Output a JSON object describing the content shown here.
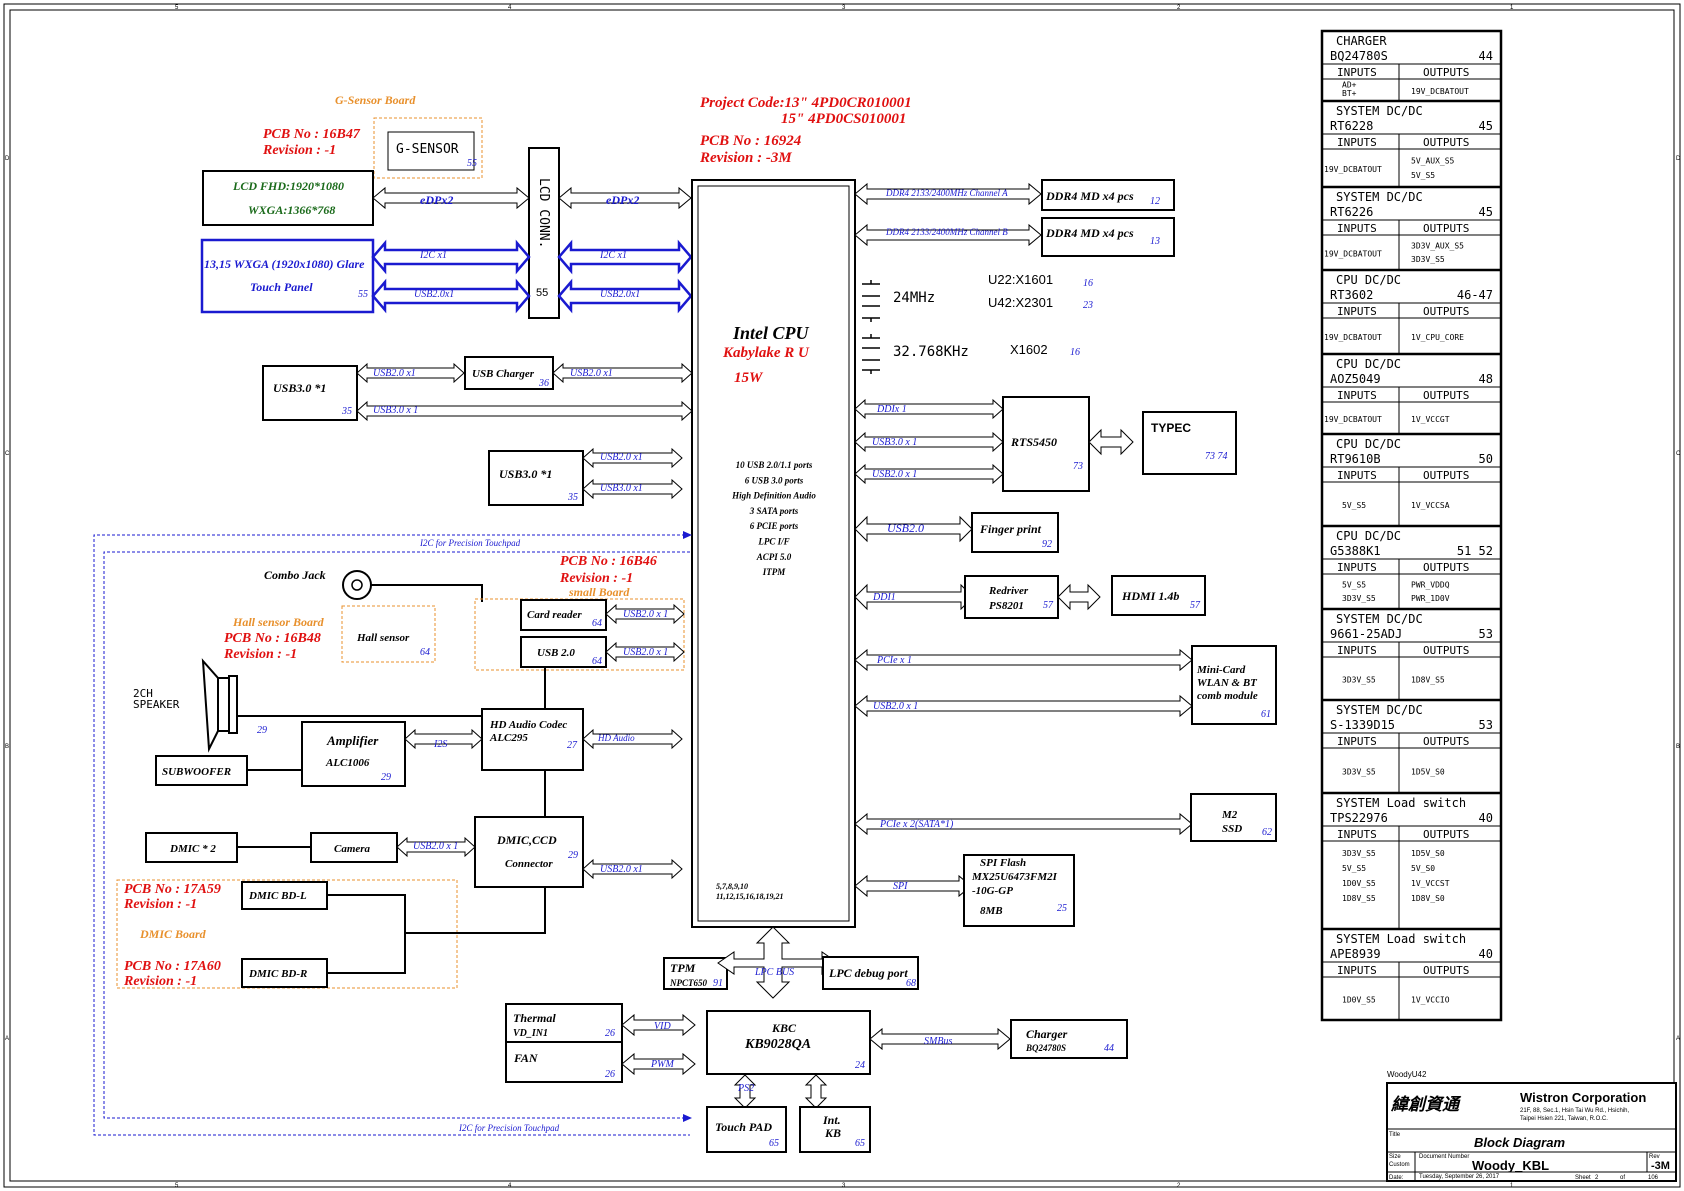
{
  "project": {
    "line1": "Project Code:13\"  4PD0CR010001",
    "line2": "15\"  4PD0CS010001",
    "pcb": "PCB  No : 16924",
    "rev": "Revision : -3M"
  },
  "gsensor": {
    "board": "G-Sensor  Board",
    "pcb": "PCB  No : 16B47",
    "rev": "Revision :  -1",
    "label": "G-SENSOR",
    "pin": "55"
  },
  "lcd": {
    "line1": "LCD FHD:1920*1080",
    "line2": "WXGA:1366*768",
    "edp1": "eDPx2",
    "edp2": "eDPx2"
  },
  "touchpanel": {
    "line1": "13,15 WXGA (1920x1080) Glare",
    "line2": "Touch Panel",
    "pin": "55",
    "i2c1": "I2C x1",
    "i2c2": "I2C x1",
    "usb1": "USB2.0x1",
    "usb2": "USB2.0x1"
  },
  "lcdconn": {
    "label": "LCD  CONN.",
    "pin": "55"
  },
  "cpu": {
    "title": "Intel CPU",
    "sub": "Kabylake R U",
    "power": "15W",
    "features": [
      "10 USB 2.0/1.1 ports",
      "6 USB 3.0 ports",
      "High Definition Audio",
      "3 SATA ports",
      "6 PCIE ports",
      "LPC I/F",
      "ACPI 5.0",
      "ITPM"
    ],
    "pins1": "5,7,8,9,10",
    "pins2": "11,12,15,16,18,19,21"
  },
  "ddr": [
    {
      "bus": "DDR4 2133/2400MHz Channel A",
      "label": "DDR4 MD x4 pcs",
      "pin": "12"
    },
    {
      "bus": "DDR4 2133/2400MHz Channel B",
      "label": "DDR4 MD x4 pcs",
      "pin": "13"
    }
  ],
  "clocks": {
    "c24": "24MHz",
    "u22": "U22:X1601",
    "u22pin": "16",
    "u42": "U42:X2301",
    "u42pin": "23",
    "c32": "32.768KHz",
    "x1602": "X1602",
    "x1602pin": "16"
  },
  "usb3a": {
    "label": "USB3.0 *1",
    "pin": "35",
    "bus1": "USB2.0 x1",
    "bus2": "USB2.0 x1",
    "bus3": "USB3.0 x 1"
  },
  "usbcharger": {
    "label": "USB Charger",
    "pin": "36"
  },
  "usb3b": {
    "label": "USB3.0 *1",
    "pin": "35",
    "bus1": "USB2.0 x1",
    "bus2": "USB3.0 x1"
  },
  "rts": {
    "label": "RTS5450",
    "pin": "73",
    "ddi": "DDIx 1",
    "usb3": "USB3.0 x 1",
    "usb2": "USB2.0 x 1"
  },
  "typec": {
    "label": "TYPEC",
    "pins": "73  74"
  },
  "finger": {
    "label": "Finger print",
    "pin": "92",
    "bus": "USB2.0"
  },
  "redriver": {
    "line1": "Redriver",
    "line2": "PS8201",
    "pin": "57",
    "bus": "DDI1"
  },
  "hdmi": {
    "label": "HDMI 1.4b",
    "pin": "57"
  },
  "minicard": {
    "line1": "Mini-Card",
    "line2": "WLAN & BT",
    "line3": "comb module",
    "pin": "61",
    "bus1": "PCIe x 1",
    "bus2": "USB2.0 x 1"
  },
  "m2": {
    "line1": "M2",
    "line2": "SSD",
    "pin": "62",
    "bus": "PCIe x 2(SATA*1)"
  },
  "spi": {
    "line1": "SPI Flash",
    "line2": "MX25U6473FM2I",
    "line3": "-10G-GP",
    "line4": "8MB",
    "pin": "25",
    "bus": "SPI"
  },
  "i2ctouch": {
    "top": "I2C  for Precision Touchpad",
    "bottom": "I2C  for Precision Touchpad"
  },
  "smallboard": {
    "pcb": "PCB  No : 16B46",
    "rev": "Revision : -1",
    "name": "small  Board",
    "card": "Card reader",
    "cardpin": "64",
    "usb": "USB 2.0",
    "usbpin": "64",
    "bus1": "USB2.0 x 1",
    "bus2": "USB2.0 x 1"
  },
  "combojack": "Combo Jack",
  "hall": {
    "board": "Hall sensor  Board",
    "pcb": "PCB  No : 16B48",
    "rev": "Revision : -1",
    "label": "Hall sensor",
    "pin": "64"
  },
  "speaker": {
    "line1": "2CH",
    "line2": "SPEAKER",
    "pin": "29"
  },
  "codec": {
    "line1": "HD Audio Codec",
    "line2": "ALC295",
    "pin": "27",
    "bus": "HD Audio"
  },
  "amp": {
    "line1": "Amplifier",
    "line2": "ALC1006",
    "pin": "29",
    "bus": "I2S"
  },
  "subwoofer": "SUBWOOFER",
  "dmic2": "DMIC * 2",
  "camera": {
    "label": "Camera",
    "bus": "USB2.0 x 1"
  },
  "dmicccd": {
    "line1": "DMIC,CCD",
    "line2": "Connector",
    "pin": "29",
    "bus": "USB2.0 x1"
  },
  "dmicboard": {
    "pcb1": "PCB  No : 17A59",
    "rev1": "Revision : -1",
    "l": "DMIC BD-L",
    "name": "DMIC Board",
    "pcb2": "PCB  No : 17A60",
    "rev2": "Revision : -1",
    "r": "DMIC BD-R"
  },
  "tpm": {
    "label": "TPM",
    "sub": "NPCT650",
    "pin": "91"
  },
  "lpcbus": "LPC BUS",
  "lpcdebug": {
    "label": "LPC debug  port",
    "pin": "68"
  },
  "kbc": {
    "line1": "KBC",
    "line2": "KB9028QA",
    "pin": "24"
  },
  "thermal": {
    "line1": "Thermal",
    "line2": "VD_IN1",
    "pin": "26",
    "bus": "VID"
  },
  "fan": {
    "label": "FAN",
    "pin": "26",
    "bus": "PWM"
  },
  "charger": {
    "line1": "Charger",
    "line2": "BQ24780S",
    "pin": "44",
    "bus": "SMBus"
  },
  "touchpad": {
    "label": "Touch PAD",
    "pin": "65",
    "bus": "PS2"
  },
  "intkb": {
    "line1": "Int.",
    "line2": "KB",
    "pin": "65"
  },
  "power_table": [
    {
      "title": "CHARGER",
      "chip": "BQ24780S",
      "page": "44",
      "in": [
        "AD+",
        "BT+"
      ],
      "out": [
        "19V_DCBATOUT"
      ]
    },
    {
      "title": "SYSTEM DC/DC",
      "chip": "RT6228",
      "page": "45",
      "in": [
        "19V_DCBATOUT"
      ],
      "out": [
        "5V_AUX_S5",
        "5V_S5"
      ]
    },
    {
      "title": "SYSTEM DC/DC",
      "chip": "RT6226",
      "page": "45",
      "in": [
        "19V_DCBATOUT"
      ],
      "out": [
        "3D3V_AUX_S5",
        "3D3V_S5"
      ]
    },
    {
      "title": "CPU  DC/DC",
      "chip": "RT3602",
      "page": "46-47",
      "in": [
        "19V_DCBATOUT"
      ],
      "out": [
        "1V_CPU_CORE"
      ]
    },
    {
      "title": "CPU  DC/DC",
      "chip": "AOZ5049",
      "page": "48",
      "in": [
        "19V_DCBATOUT"
      ],
      "out": [
        "1V_VCCGT"
      ]
    },
    {
      "title": "CPU DC/DC",
      "chip": "RT9610B",
      "page": "50",
      "in": [
        "5V_S5"
      ],
      "out": [
        "1V_VCCSA"
      ]
    },
    {
      "title": "CPU DC/DC",
      "chip": "G5388K1",
      "page": "51  52",
      "in": [
        "5V_S5",
        "3D3V_S5"
      ],
      "out": [
        "PWR_VDDQ",
        "PWR_1D0V"
      ]
    },
    {
      "title": "SYSTEM DC/DC",
      "chip": "9661-25ADJ",
      "page": "53",
      "in": [
        "3D3V_S5"
      ],
      "out": [
        "1D8V_S5"
      ]
    },
    {
      "title": "SYSTEM  DC/DC",
      "chip": "S-1339D15",
      "page": "53",
      "in": [
        "3D3V_S5"
      ],
      "out": [
        "1D5V_S0"
      ]
    },
    {
      "title": "SYSTEM  Load switch",
      "chip": "TPS22976",
      "page": "40",
      "in": [
        "3D3V_S5",
        "5V_S5",
        "1D0V_S5",
        "1D8V_S5"
      ],
      "out": [
        "1D5V_S0",
        "5V_S0",
        "1V_VCCST",
        "1D8V_S0"
      ]
    },
    {
      "title": "SYSTEM  Load switch",
      "chip": "APE8939",
      "page": "40",
      "in": [
        "1D0V_S5"
      ],
      "out": [
        "1V_VCCIO"
      ]
    }
  ],
  "io_labels": {
    "inputs": "INPUTS",
    "outputs": "OUTPUTS"
  },
  "titleblock": {
    "project": "WoodyU42",
    "chinese": "緯創資通",
    "company": "Wistron Corporation",
    "addr1": "21F, 88, Sec.1, Hsin Tai Wu Rd., Hsichih,",
    "addr2": "Taipei Hsien 221, Taiwan, R.O.C.",
    "title_label": "Title",
    "title": "Block Diagram",
    "size_label": "Size",
    "size": "Custom",
    "docnum_label": "Document Number",
    "docnum": "Woody_KBL",
    "rev_label": "Rev",
    "rev": "-3M",
    "date_label": "Date:",
    "date": "Tuesday, September 26, 2017",
    "sheet_label": "Sheet",
    "sheet": "2",
    "of_label": "of",
    "of": "106"
  },
  "border": {
    "cols": [
      "5",
      "4",
      "3",
      "2",
      "1"
    ],
    "rows": [
      "D",
      "C",
      "B",
      "A"
    ]
  }
}
